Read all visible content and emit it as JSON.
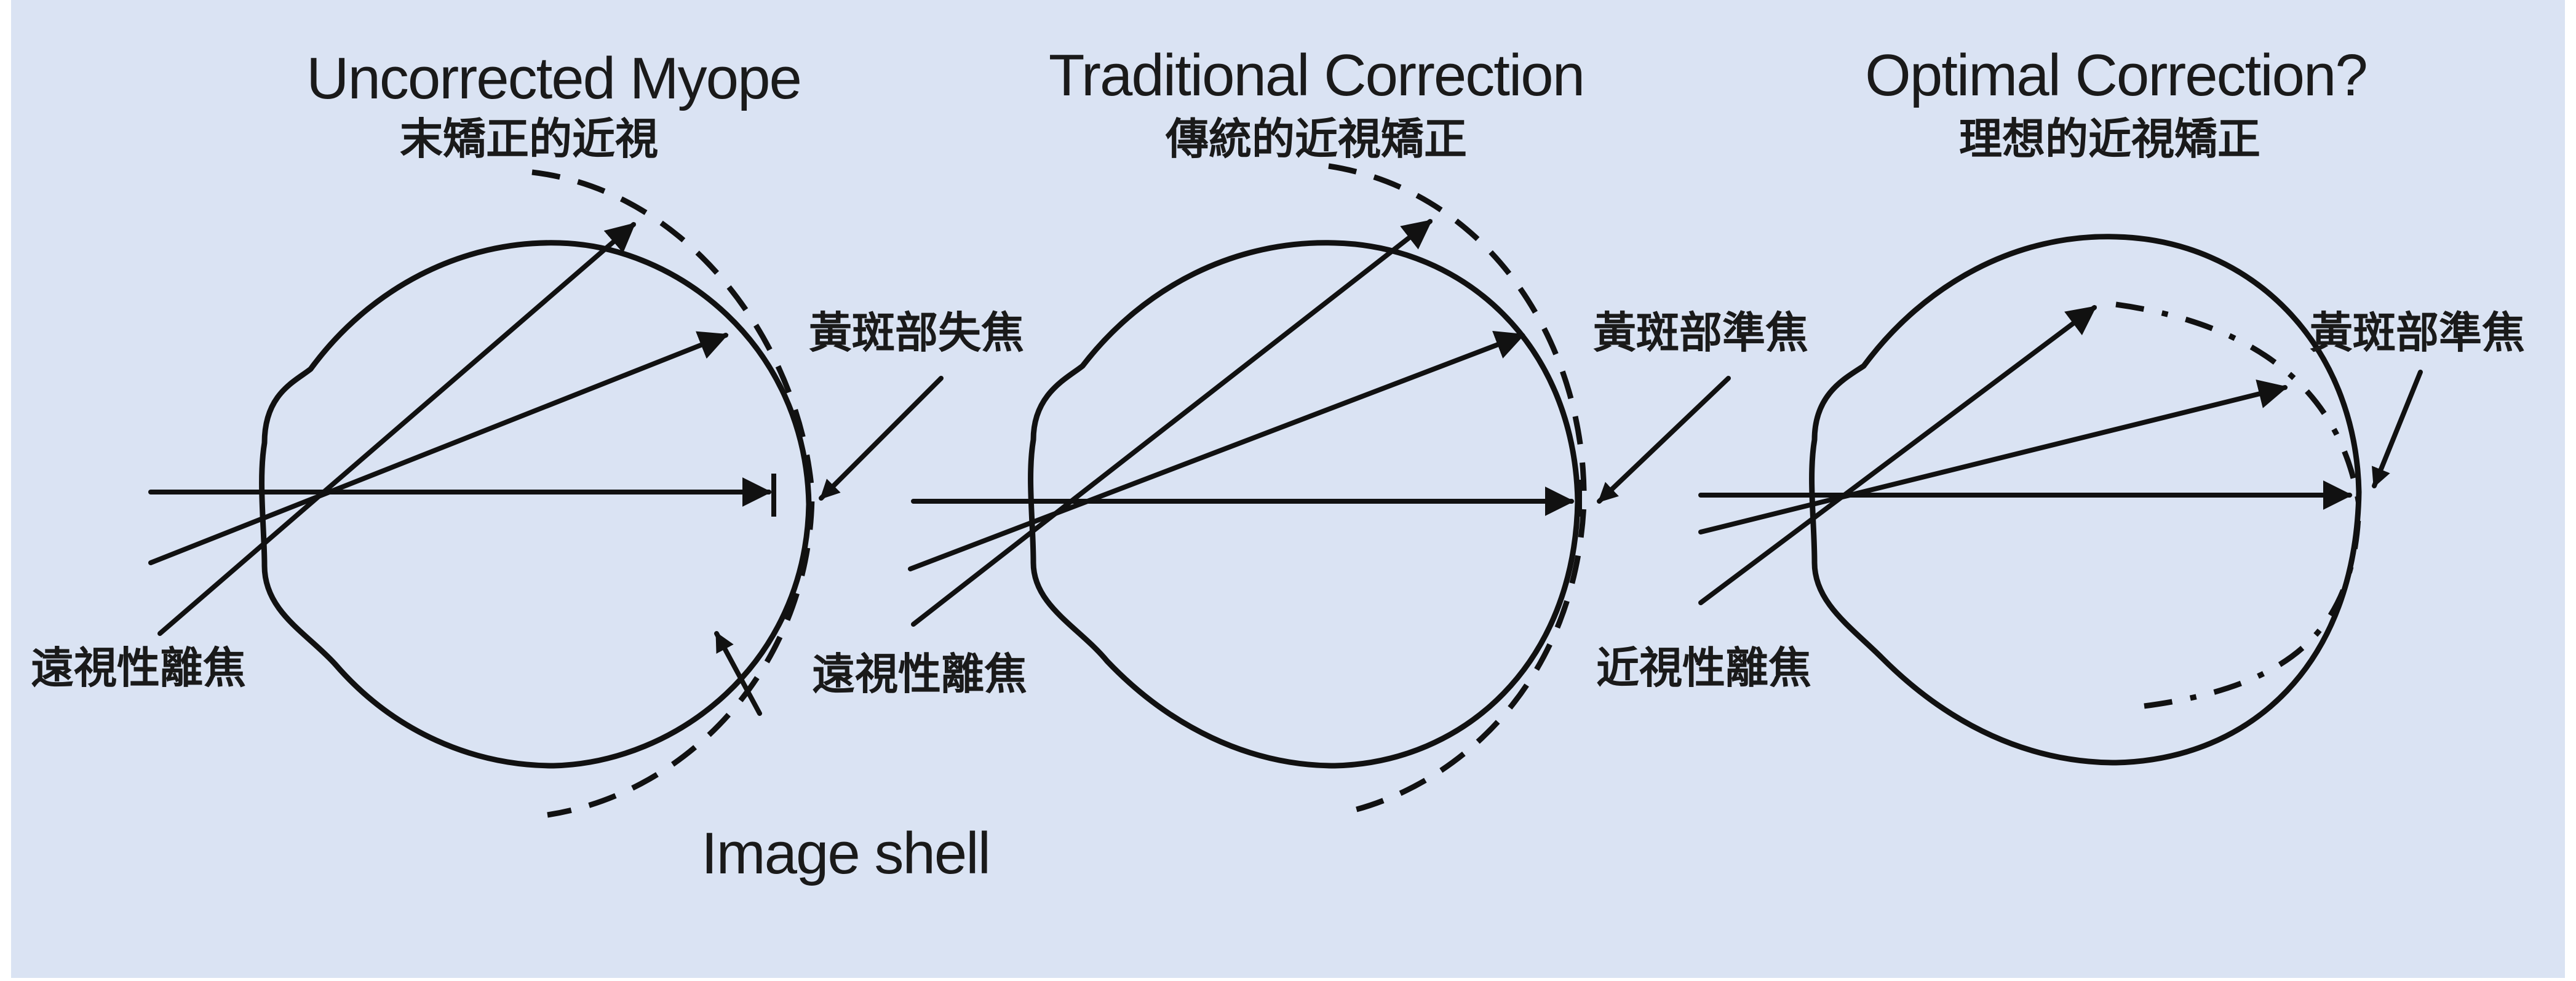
{
  "colors": {
    "background": "#dae3f3",
    "ink": "#111111"
  },
  "panels": [
    {
      "title_en": "Uncorrected Myope",
      "title_zh": "末矯正的近視",
      "macula_label": "黃斑部失焦",
      "periphery_label": "遠視性離焦"
    },
    {
      "title_en": "Traditional Correction",
      "title_zh": "傳統的近視矯正",
      "macula_label": "黃斑部準焦",
      "periphery_label": "遠視性離焦"
    },
    {
      "title_en": "Optimal Correction?",
      "title_zh": "理想的近視矯正",
      "macula_label": "黃斑部準焦",
      "periphery_label": "近視性離焦"
    }
  ],
  "image_shell_label": "Image shell"
}
